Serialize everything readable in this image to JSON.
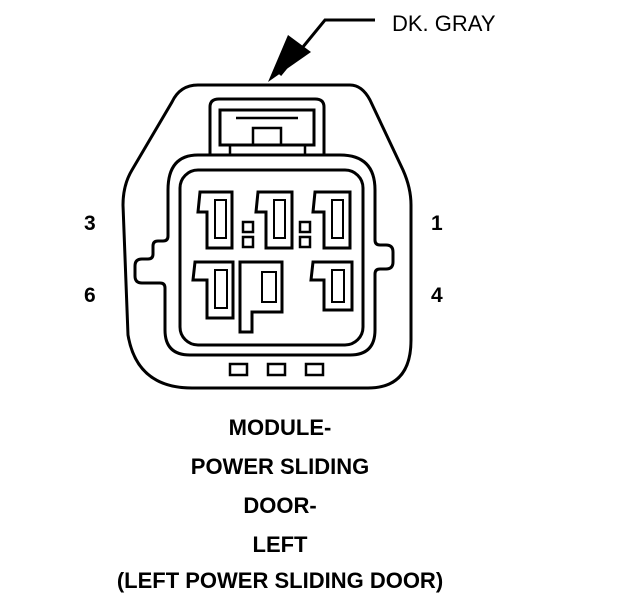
{
  "callout": {
    "color_label": "DK. GRAY"
  },
  "pins": {
    "p1": "1",
    "p3": "3",
    "p4": "4",
    "p6": "6"
  },
  "caption": {
    "line1": "MODULE-",
    "line2": "POWER SLIDING",
    "line3": "DOOR-",
    "line4": "LEFT",
    "line5": "(LEFT POWER SLIDING DOOR)"
  }
}
